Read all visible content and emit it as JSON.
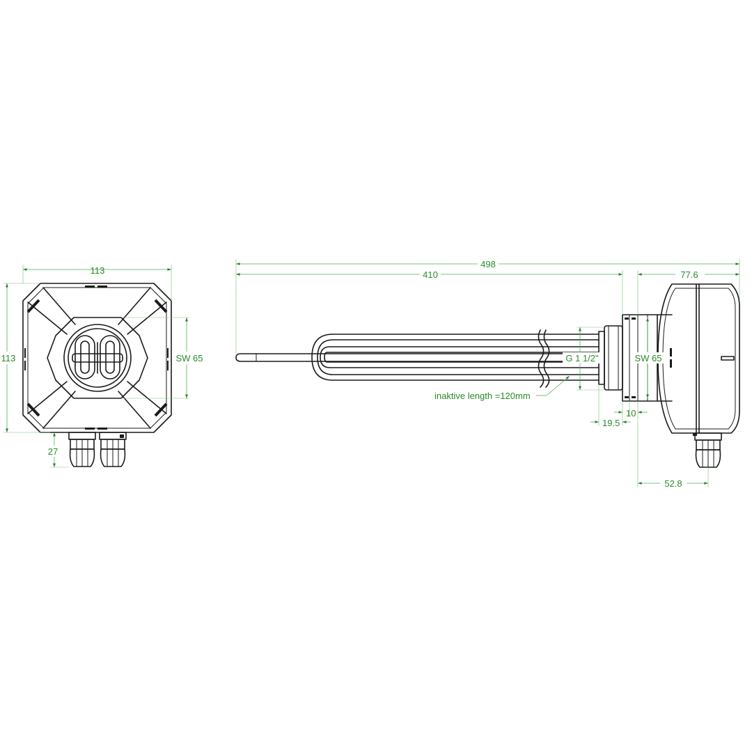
{
  "colors": {
    "outline": "#1a1a1a",
    "dimension": "#4caf50",
    "dimension_text": "#2a8a2a",
    "background": "#ffffff"
  },
  "dimensions": {
    "front_width": "113",
    "front_height": "113",
    "front_wrench": "SW 65",
    "front_gland_offset": "27",
    "total_length": "498",
    "rod_length": "410",
    "head_depth": "77.6",
    "thread": "G 1 1/2\"",
    "side_wrench": "SW 65",
    "inactive_length": "inaktive length =120mm",
    "flange_offset": "19.5",
    "flange_thickness": "10",
    "gland_offset": "52.8"
  }
}
